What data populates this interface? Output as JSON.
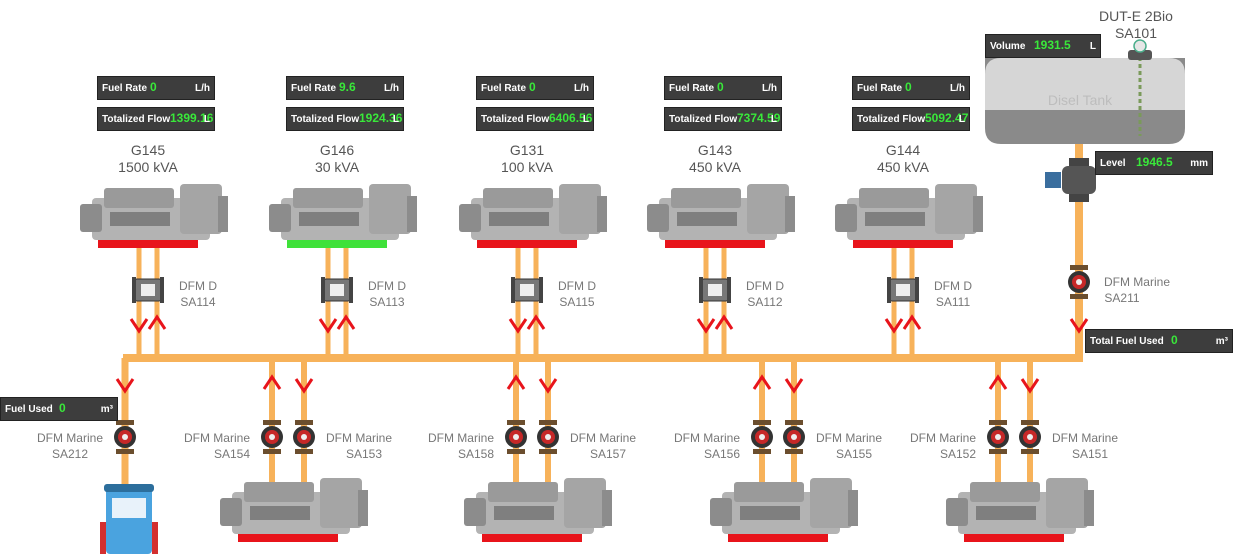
{
  "tank": {
    "label": "Disel Tank",
    "sensor": {
      "line1": "DUT-E 2Bio",
      "line2": "SA101"
    },
    "volume": {
      "label": "Volume",
      "value": "1931.5",
      "unit": "L"
    },
    "level": {
      "label": "Level",
      "value": "1946.5",
      "unit": "mm"
    }
  },
  "main_meter": {
    "line1": "DFM Marine",
    "line2": "SA211"
  },
  "total_fuel": {
    "label": "Total Fuel Used",
    "value": "0",
    "unit": "m³"
  },
  "dispenser": {
    "fuel_used": {
      "label": "Fuel Used",
      "value": "0",
      "unit": "m³"
    },
    "meter": {
      "line1": "DFM Marine",
      "line2": "SA212"
    }
  },
  "top_generators": [
    {
      "name": "G145",
      "power": "1500 kVA",
      "status_color": "#e8141b",
      "meter": {
        "line1": "DFM D",
        "line2": "SA114"
      },
      "fuel_rate": {
        "label": "Fuel Rate",
        "value": "0",
        "unit": "L/h"
      },
      "flow": {
        "label": "Totalized Flow",
        "value": "1399.16",
        "unit": "L"
      }
    },
    {
      "name": "G146",
      "power": "30 kVA",
      "status_color": "#3fe13a",
      "meter": {
        "line1": "DFM D",
        "line2": "SA113"
      },
      "fuel_rate": {
        "label": "Fuel Rate",
        "value": "9.6",
        "unit": "L/h"
      },
      "flow": {
        "label": "Totalized Flow",
        "value": "1924.36",
        "unit": "L"
      }
    },
    {
      "name": "G131",
      "power": "100 kVA",
      "status_color": "#e8141b",
      "meter": {
        "line1": "DFM D",
        "line2": "SA115"
      },
      "fuel_rate": {
        "label": "Fuel Rate",
        "value": "0",
        "unit": "L/h"
      },
      "flow": {
        "label": "Totalized Flow",
        "value": "6406.56",
        "unit": "L"
      }
    },
    {
      "name": "G143",
      "power": "450 kVA",
      "status_color": "#e8141b",
      "meter": {
        "line1": "DFM D",
        "line2": "SA112"
      },
      "fuel_rate": {
        "label": "Fuel Rate",
        "value": "0",
        "unit": "L/h"
      },
      "flow": {
        "label": "Totalized Flow",
        "value": "7374.59",
        "unit": "L"
      }
    },
    {
      "name": "G144",
      "power": "450 kVA",
      "status_color": "#e8141b",
      "meter": {
        "line1": "DFM D",
        "line2": "SA111"
      },
      "fuel_rate": {
        "label": "Fuel Rate",
        "value": "0",
        "unit": "L/h"
      },
      "flow": {
        "label": "Totalized Flow",
        "value": "5092.47",
        "unit": "L"
      }
    }
  ],
  "bottom_generators": [
    {
      "status_color": "#e8141b",
      "left_meter": {
        "line1": "DFM Marine",
        "line2": "SA154"
      },
      "right_meter": {
        "line1": "DFM Marine",
        "line2": "SA153"
      }
    },
    {
      "status_color": "#e8141b",
      "left_meter": {
        "line1": "DFM Marine",
        "line2": "SA158"
      },
      "right_meter": {
        "line1": "DFM Marine",
        "line2": "SA157"
      }
    },
    {
      "status_color": "#e8141b",
      "left_meter": {
        "line1": "DFM Marine",
        "line2": "SA156"
      },
      "right_meter": {
        "line1": "DFM Marine",
        "line2": "SA155"
      }
    },
    {
      "status_color": "#e8141b",
      "left_meter": {
        "line1": "DFM Marine",
        "line2": "SA152"
      },
      "right_meter": {
        "line1": "DFM Marine",
        "line2": "SA151"
      }
    }
  ],
  "colors": {
    "pipe": "#f7b25a",
    "arrow": "#e8141b",
    "panel_bg": "#3d3d3d",
    "value": "#39e83a",
    "engine": "#8c8c8c"
  }
}
